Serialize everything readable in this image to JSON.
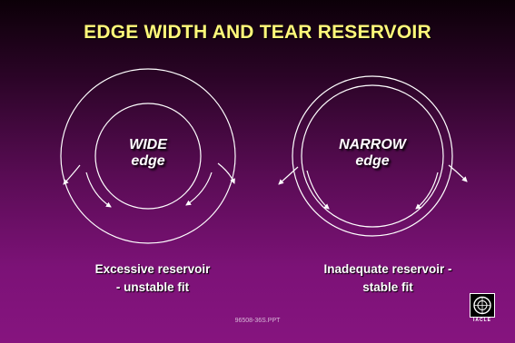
{
  "slide": {
    "title": "EDGE WIDTH AND TEAR RESERVOIR",
    "left": {
      "label_line1": "WIDE",
      "label_line2": "edge",
      "caption_line1": "Excessive reservoir",
      "caption_line2": "- unstable fit"
    },
    "right": {
      "label_line1": "NARROW",
      "label_line2": "edge",
      "caption_line1": "Inadequate reservoir -",
      "caption_line2": "stable fit"
    },
    "file_ref": "96508-36S.PPT",
    "logo": {
      "icon": "circle-logo-icon",
      "text": "IACLE"
    }
  },
  "colors": {
    "title": "#fff87a",
    "text": "#ffffff",
    "background_top": "#0c0008",
    "background_bottom": "#86147f"
  }
}
